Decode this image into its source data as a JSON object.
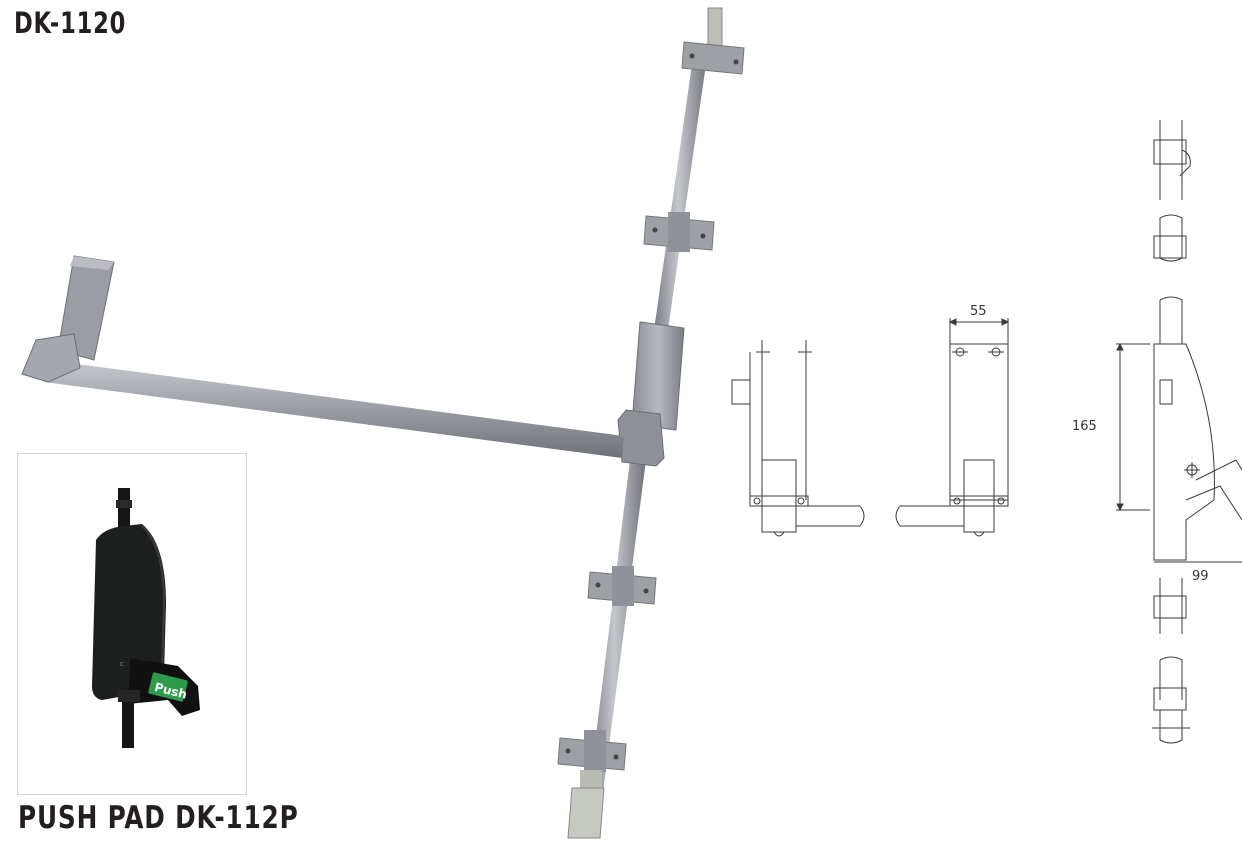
{
  "product": {
    "model_title": "DK-1120"
  },
  "inset": {
    "caption": "PUSH PAD DK-112P",
    "pad_label": "Push"
  },
  "drawing": {
    "dim_width": "55",
    "dim_height": "165",
    "dim_depth": "99"
  },
  "colors": {
    "bar_metal": "#8c9096",
    "bar_highlight": "#c9ccd0",
    "pad_body": "#1d1f1e",
    "pad_label_bg": "#2e9b4a",
    "line": "#3a3a3a"
  }
}
